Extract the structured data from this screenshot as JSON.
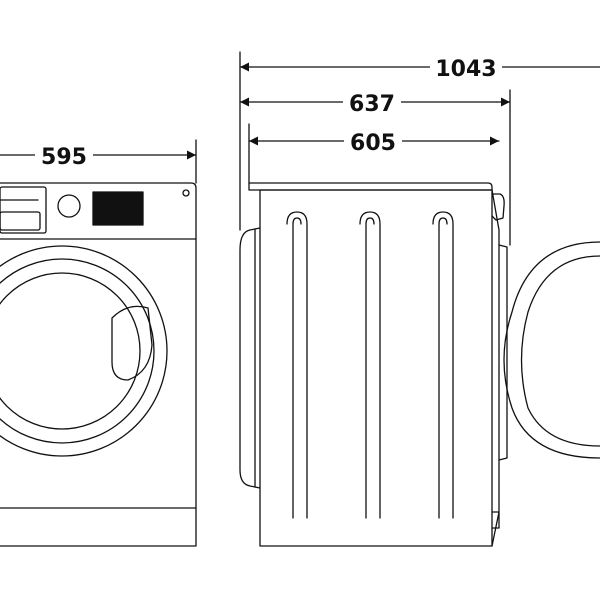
{
  "dimensions": {
    "overall_depth_door_open": "1043",
    "depth_with_door": "637",
    "depth_body": "605",
    "width": "595"
  },
  "style": {
    "stroke_color": "#111111",
    "background_color": "#ffffff"
  }
}
